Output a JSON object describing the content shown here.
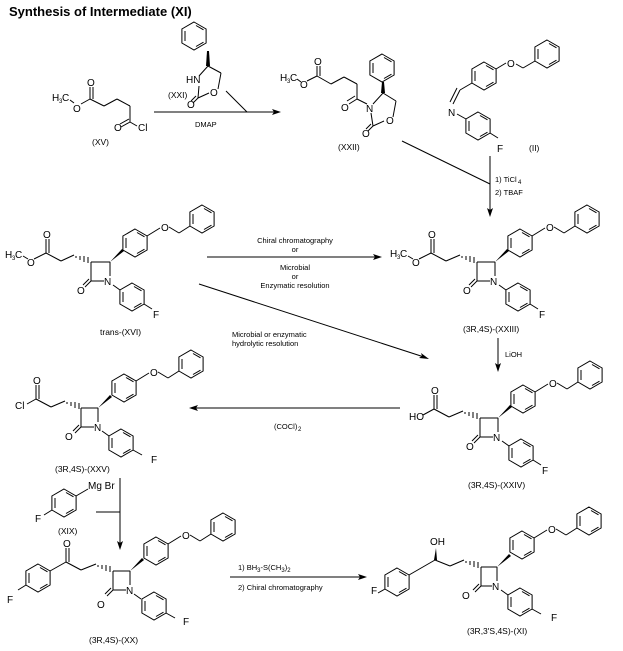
{
  "title": "Synthesis of  Intermediate (XI)",
  "compounds": {
    "XV": {
      "label": "(XV)",
      "atoms": {
        "h3c": "H",
        "h3c_sub": "3",
        "h3c_c": "C",
        "o_ester": "O",
        "o_carbonyl": "O",
        "o_acyl": "O",
        "cl": "Cl"
      }
    },
    "XXI": {
      "label": "(XXI)",
      "atoms": {
        "hn": "HN",
        "o_ring": "O",
        "o_carbonyl": "O"
      }
    },
    "XXII": {
      "label": "(XXII)",
      "atoms": {
        "h3c": "H",
        "h3c_sub": "3",
        "h3c_c": "C",
        "o_ester": "O",
        "o_carbonyl": "O",
        "o_acyl": "O",
        "n": "N",
        "o_ring": "O",
        "o_oxaz": "O"
      }
    },
    "II": {
      "label": "(II)",
      "atoms": {
        "n": "N",
        "o": "O",
        "f": "F"
      }
    },
    "XVI": {
      "label": "trans-(XVI)",
      "atoms": {
        "h3c": "H",
        "h3c_sub": "3",
        "h3c_c": "C",
        "o_ester": "O",
        "o_carbonyl": "O",
        "o_lactam": "O",
        "n": "N",
        "o_benzyl": "O",
        "f": "F"
      }
    },
    "XXIII": {
      "label": "(3R,4S)-(XXIII)",
      "atoms": {
        "h3c": "H",
        "h3c_sub": "3",
        "h3c_c": "C",
        "o_ester": "O",
        "o_carbonyl": "O",
        "o_lactam": "O",
        "n": "N",
        "o_benzyl": "O",
        "f": "F"
      }
    },
    "XXIV": {
      "label": "(3R,4S)-(XXIV)",
      "atoms": {
        "ho": "HO",
        "o_carbonyl": "O",
        "o_lactam": "O",
        "n": "N",
        "o_benzyl": "O",
        "f": "F"
      }
    },
    "XXV": {
      "label": "(3R,4S)-(XXV)",
      "atoms": {
        "cl": "Cl",
        "o_carbonyl": "O",
        "o_lactam": "O",
        "n": "N",
        "o_benzyl": "O",
        "f": "F"
      }
    },
    "XIX": {
      "label": "(XIX)",
      "atoms": {
        "mgbr": "Mg Br",
        "f": "F"
      }
    },
    "XX": {
      "label": "(3R,4S)-(XX)",
      "atoms": {
        "f_aryl": "F",
        "o_ketone": "O",
        "o_lactam": "O",
        "n": "N",
        "o_benzyl": "O",
        "f": "F"
      }
    },
    "XI": {
      "label": "(3R,3'S,4S)-(XI)",
      "atoms": {
        "oh": "OH",
        "f_aryl": "F",
        "o_lactam": "O",
        "n": "N",
        "o_benzyl": "O",
        "f": "F"
      }
    }
  },
  "reactions": {
    "r1": {
      "reagent": "DMAP"
    },
    "r2": {
      "step1": "1) TiCl",
      "step1_sub": "4",
      "step2": "2) TBAF"
    },
    "r3": {
      "line1": "Chiral chromatography",
      "line2": "or",
      "line3": "Microbial",
      "line4": "or",
      "line5": "Enzymatic resolution"
    },
    "r4": {
      "line1": "Microbial or enzymatic",
      "line2": "hydrolytic resolution"
    },
    "r5": {
      "reagent": "LiOH"
    },
    "r6": {
      "reagent": "(COCl)",
      "reagent_sub": "2"
    },
    "r7": {
      "step1": "1) BH",
      "step1_sub1": "3",
      "step1_mid": "-S(CH",
      "step1_sub2": "3",
      "step1_end": ")",
      "step1_sub3": "2",
      "step2": "2) Chiral chromatography"
    }
  }
}
